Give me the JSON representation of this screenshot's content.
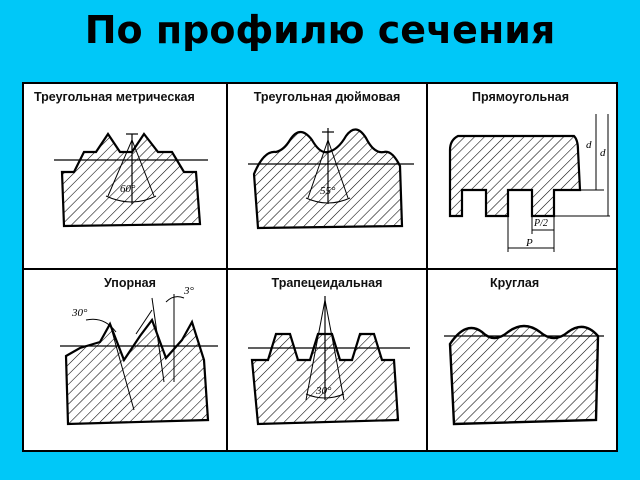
{
  "title": "По профилю сечения",
  "profiles": [
    {
      "label": "Треугольная метрическая",
      "angle": "60°"
    },
    {
      "label": "Треугольная дюймовая",
      "angle": "55°"
    },
    {
      "label": "Прямоугольная",
      "dim_d1": "d",
      "dim_d": "d",
      "dim_half": "P/2",
      "dim_p": "P"
    },
    {
      "label": "Упорная",
      "angle_left": "30°",
      "angle_right": "3°"
    },
    {
      "label": "Трапецеидальная",
      "angle": "30°"
    },
    {
      "label": "Круглая"
    }
  ],
  "colors": {
    "background": "#00c8f8",
    "panel": "#ffffff",
    "ink": "#000000"
  }
}
